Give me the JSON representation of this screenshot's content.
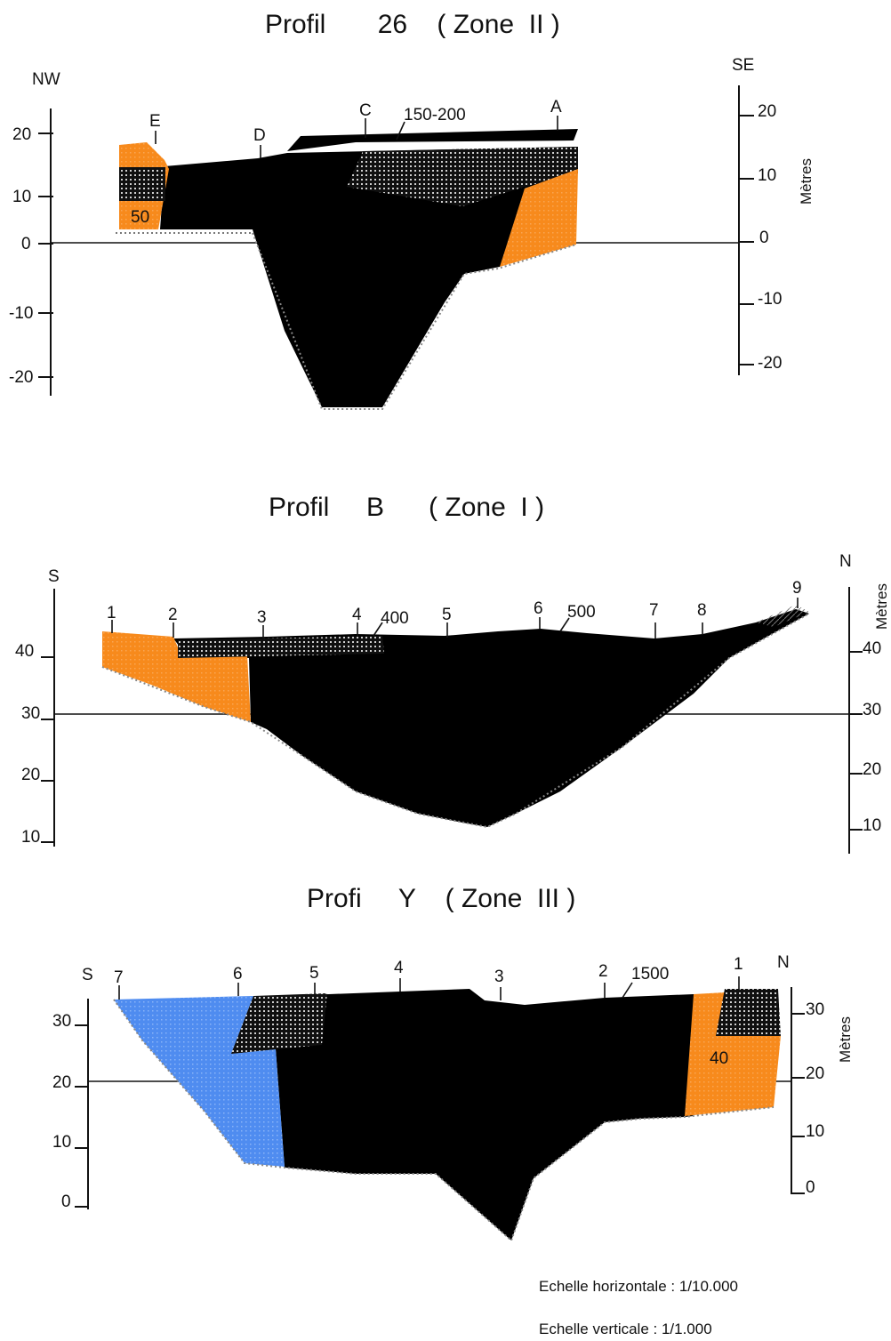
{
  "profiles": [
    {
      "title": "Profil       26    ( Zone  II )",
      "left_dir": "NW",
      "right_dir": "SE",
      "left_ticks": [
        "20",
        "10",
        "0",
        "-10",
        "-20"
      ],
      "right_ticks": [
        "20",
        "10",
        "0",
        "-10",
        "-20"
      ],
      "right_axis_label": "Mètres",
      "points": [
        "E",
        "D",
        "C",
        "A"
      ],
      "annotations": [
        "150-200",
        "50"
      ]
    },
    {
      "title": "Profil     B      ( Zone  I )",
      "left_dir": "S",
      "right_dir": "N",
      "left_ticks": [
        "40",
        "30",
        "20",
        "10"
      ],
      "right_ticks": [
        "40",
        "30",
        "20",
        "10"
      ],
      "right_axis_label": "Mètres",
      "points": [
        "1",
        "2",
        "3",
        "4",
        "5",
        "6",
        "7",
        "8",
        "9"
      ],
      "annotations": [
        "400",
        "500"
      ]
    },
    {
      "title": "Profi     Y    ( Zone  III )",
      "left_dir": "S",
      "right_dir": "N",
      "left_ticks": [
        "30",
        "20",
        "10",
        "0"
      ],
      "right_ticks": [
        "30",
        "20",
        "10",
        "0"
      ],
      "right_axis_label": "Mètres",
      "points": [
        "7",
        "6",
        "5",
        "4",
        "3",
        "2",
        "1"
      ],
      "annotations": [
        "1500",
        "40"
      ]
    }
  ],
  "scale": {
    "horizontal": "Echelle horizontale : 1/10.000",
    "vertical": "Echelle verticale : 1/1.000"
  },
  "colors": {
    "fill_dark": "#000000",
    "fill_orange": "#f78a1c",
    "fill_blue": "#4f8cf0",
    "dotted": "#3a3a3a"
  }
}
